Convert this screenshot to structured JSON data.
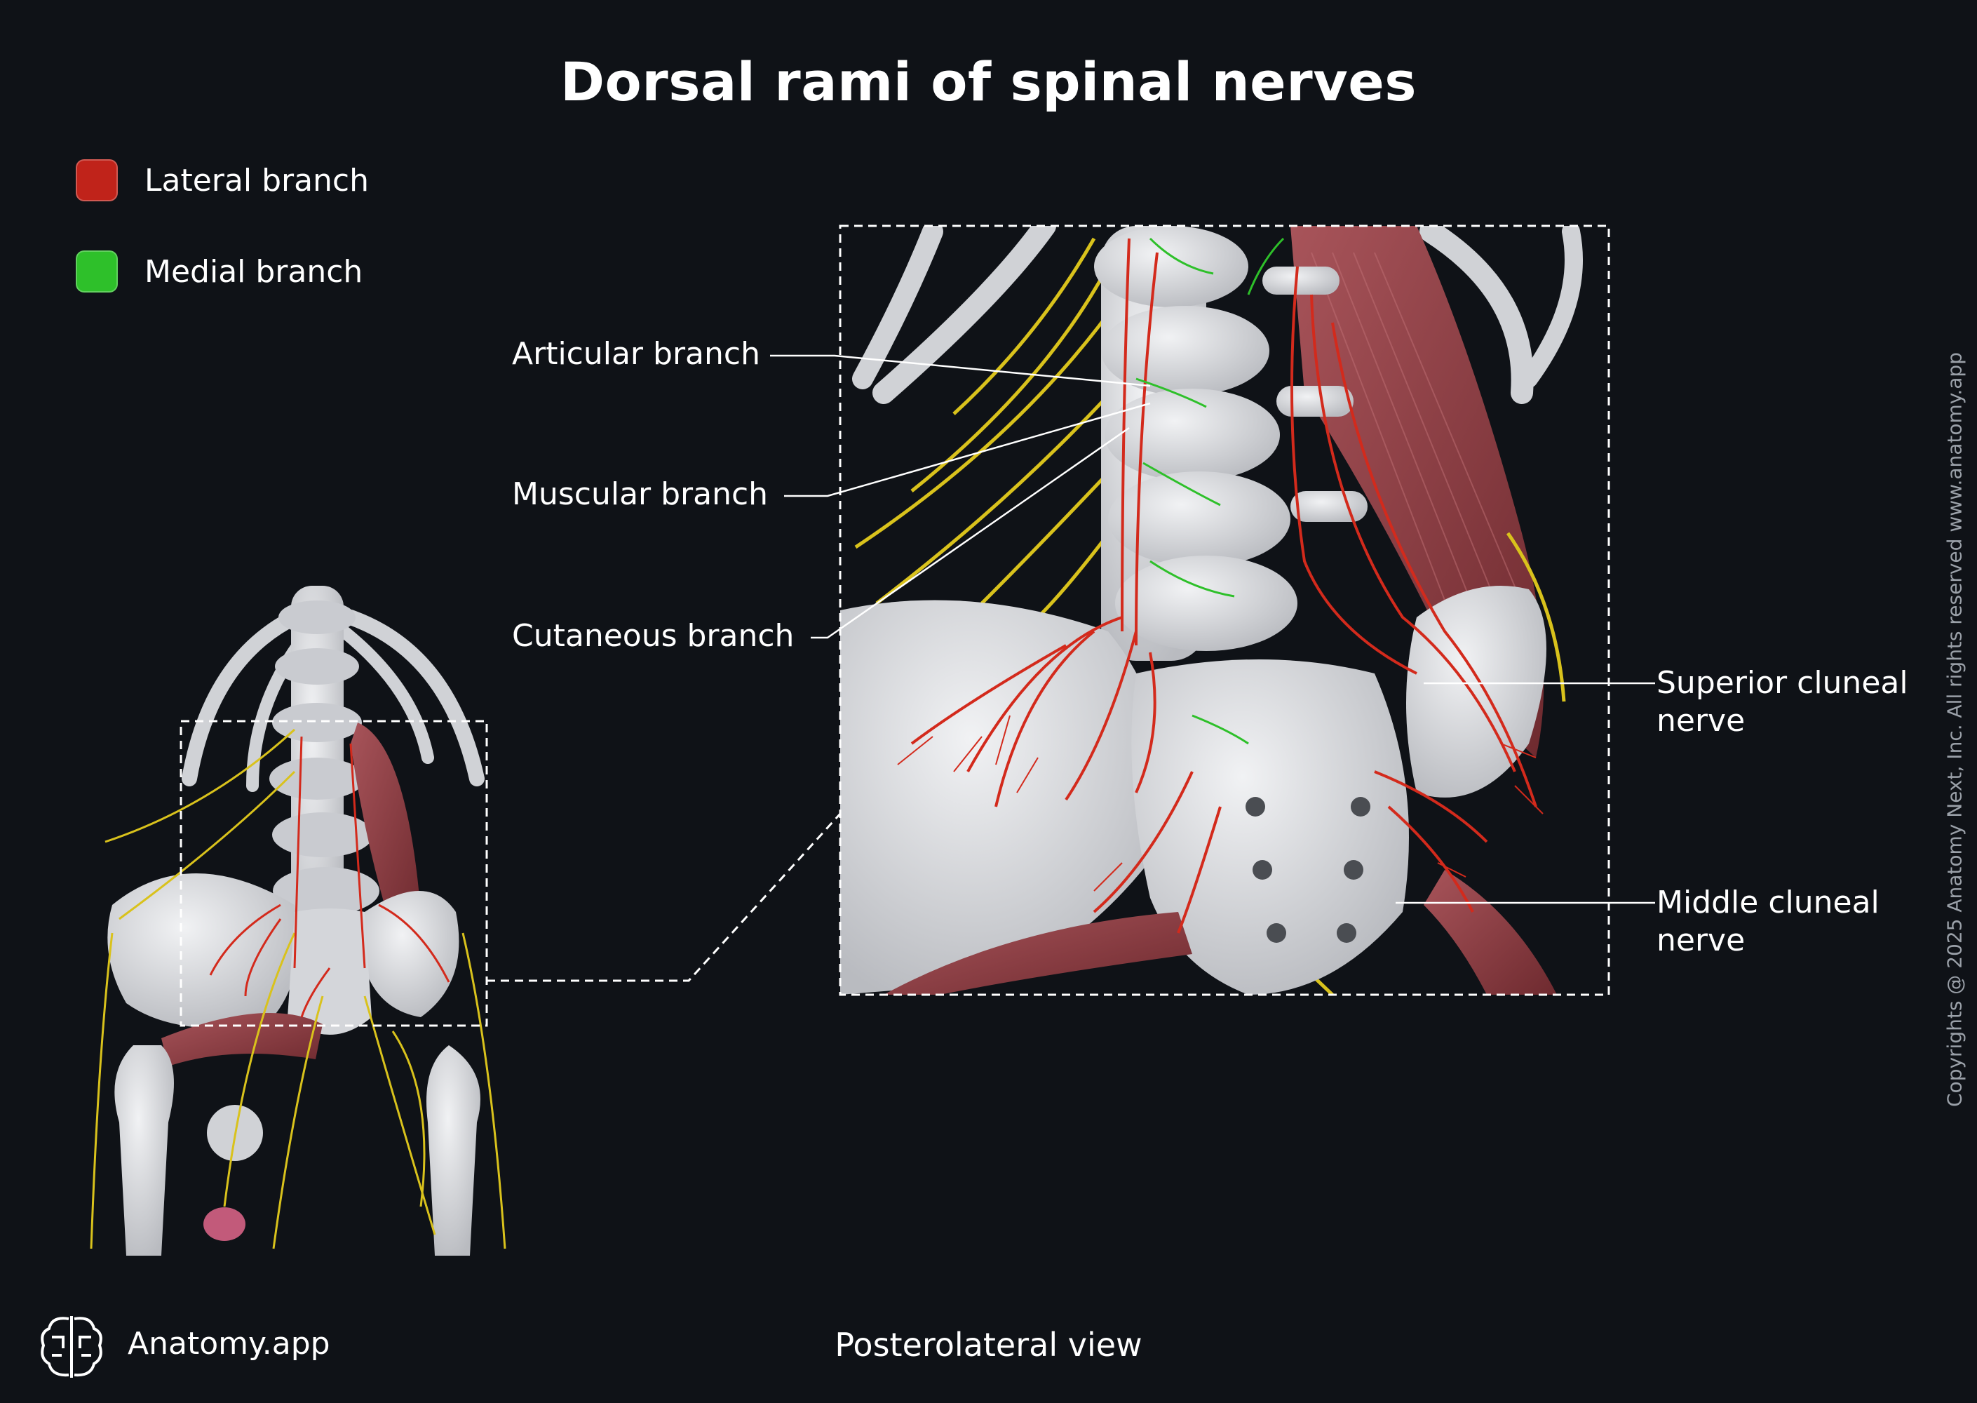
{
  "title": "Dorsal rami of spinal nerves",
  "legend": [
    {
      "label": "Lateral branch",
      "color": "#c0231a"
    },
    {
      "label": "Medial branch",
      "color": "#2ec02a"
    }
  ],
  "labels": {
    "articular": "Articular branch",
    "muscular": "Muscular branch",
    "cutaneous": "Cutaneous branch",
    "superior_cluneal_1": "Superior cluneal",
    "superior_cluneal_2": "nerve",
    "middle_cluneal_1": "Middle cluneal",
    "middle_cluneal_2": "nerve"
  },
  "view": "Posterolateral view",
  "brand": "Anatomy.app",
  "copyright": "Copyrights @ 2025 Anatomy Next, Inc. All rights reserved www.anatomy.app",
  "colors": {
    "background": "#0f1217",
    "bone": "#d9dade",
    "nerve_yellow": "#d9c21c",
    "muscle": "#8a3a3e"
  }
}
